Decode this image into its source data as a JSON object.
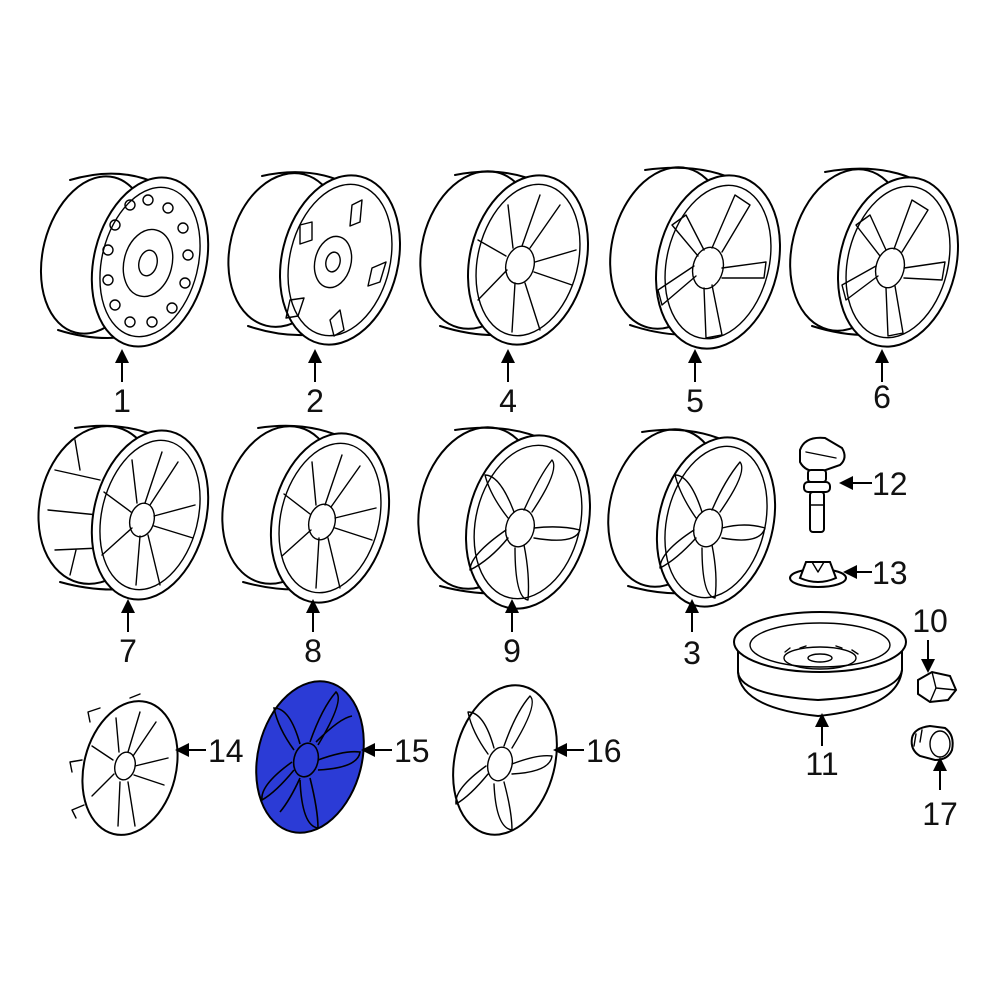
{
  "colors": {
    "line": "#000000",
    "background": "#ffffff",
    "highlight": "#2b3bd6"
  },
  "highlighted_part": "15",
  "callouts": {
    "p1": "1",
    "p2": "2",
    "p3": "3",
    "p4": "4",
    "p5": "5",
    "p6": "6",
    "p7": "7",
    "p8": "8",
    "p9": "9",
    "p10": "10",
    "p11": "11",
    "p12": "12",
    "p13": "13",
    "p14": "14",
    "p15": "15",
    "p16": "16",
    "p17": "17"
  }
}
